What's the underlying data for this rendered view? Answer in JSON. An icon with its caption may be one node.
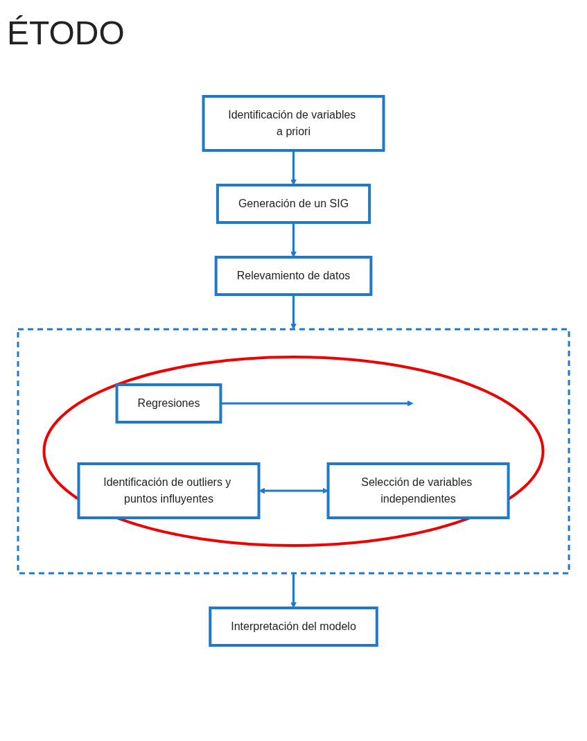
{
  "diagram": {
    "title": "ÉTODO",
    "nodes": [
      {
        "text": [
          "Identificación de variables a priori"
        ]
      },
      {
        "text": [
          "Generación de un SIG"
        ]
      },
      {
        "text": [
          "Relevamiento de datos"
        ]
      },
      {
        "text": [],
        "shape": "box"
      },
      {
        "text": [],
        "shape": "ellipse",
        "in": 3
      },
      {
        "text": [
          "Regresiones"
        ],
        "in": 4
      },
      {
        "text": [
          "Identificación de outliers y puntos influyentes"
        ],
        "in": 4
      },
      {
        "text": [
          "Selección de variables independientes"
        ],
        "in": 4
      },
      {
        "text": [
          "Interpretación del modelo"
        ]
      }
    ],
    "edges": [
      {
        "from": 0,
        "to": 1,
        "arrow": "to"
      },
      {
        "from": 1,
        "to": 2,
        "arrow": "to"
      },
      {
        "from": 2,
        "to": 3,
        "arrow": "to"
      },
      {
        "from": 5,
        "to": null,
        "arrow": "to"
      },
      {
        "from": 6,
        "to": 7,
        "arrow": "both"
      },
      {
        "from": 3,
        "to": 8,
        "arrow": "to"
      }
    ]
  }
}
